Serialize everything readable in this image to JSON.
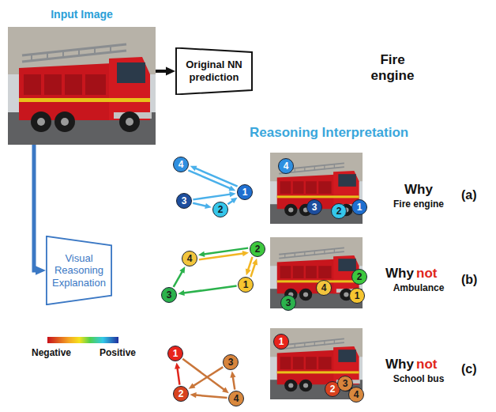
{
  "diagram": {
    "nodes": [
      {
        "text": [
          "Input Image"
        ]
      },
      {
        "text": [
          "Original NN prediction"
        ]
      },
      {
        "text": [
          "Visual Reasoning Explanation"
        ]
      },
      {
        "text": [
          "1"
        ]
      },
      {
        "text": [
          "2"
        ]
      },
      {
        "text": [
          "3"
        ]
      },
      {
        "text": [
          "4"
        ]
      },
      {
        "text": [
          "4"
        ]
      },
      {
        "text": [
          "3"
        ]
      },
      {
        "text": [
          "2"
        ]
      },
      {
        "text": [
          "1"
        ]
      },
      {
        "text": [
          "1"
        ]
      },
      {
        "text": [
          "2"
        ]
      },
      {
        "text": [
          "3"
        ]
      },
      {
        "text": [
          "4"
        ]
      },
      {
        "text": [
          "4"
        ]
      },
      {
        "text": [
          "2"
        ]
      },
      {
        "text": [
          "3"
        ]
      },
      {
        "text": [
          "1"
        ]
      },
      {
        "text": [
          "1"
        ]
      },
      {
        "text": [
          "2"
        ]
      },
      {
        "text": [
          "3"
        ]
      },
      {
        "text": [
          "4"
        ]
      },
      {
        "text": [
          "1"
        ]
      },
      {
        "text": [
          "2"
        ]
      },
      {
        "text": [
          "3"
        ]
      },
      {
        "text": [
          "4"
        ]
      }
    ],
    "edges": [
      {
        "from": 0,
        "to": 1,
        "arrow": "to"
      },
      {
        "from": 0,
        "to": 2,
        "arrow": "to"
      },
      {
        "from": 6,
        "to": 3,
        "arrow": "to"
      },
      {
        "from": 3,
        "to": 6,
        "arrow": "to"
      },
      {
        "from": 5,
        "to": 3,
        "arrow": "to"
      },
      {
        "from": 4,
        "to": 3,
        "arrow": "to"
      },
      {
        "from": 5,
        "to": 4,
        "arrow": "to"
      },
      {
        "from": 14,
        "to": 12,
        "arrow": "to"
      },
      {
        "from": 12,
        "to": 14,
        "arrow": "to"
      },
      {
        "from": 11,
        "to": 12,
        "arrow": "to"
      },
      {
        "from": 12,
        "to": 11,
        "arrow": "to"
      },
      {
        "from": 11,
        "to": 13,
        "arrow": "to"
      },
      {
        "from": 13,
        "to": 14,
        "arrow": "to"
      },
      {
        "from": 20,
        "to": 19,
        "arrow": "to"
      },
      {
        "from": 21,
        "to": 20,
        "arrow": "to"
      },
      {
        "from": 22,
        "to": 21,
        "arrow": "to"
      },
      {
        "from": 19,
        "to": 22,
        "arrow": "to"
      },
      {
        "from": 22,
        "to": 20,
        "arrow": "to"
      }
    ],
    "labels": [
      "Fire engine",
      "Reasoning Interpretation",
      "Why",
      "Fire engine",
      "(a)",
      "Why",
      "not",
      "Ambulance",
      "(b)",
      "Why",
      "not",
      "School bus",
      "(c)",
      "Negative",
      "Positive"
    ]
  }
}
